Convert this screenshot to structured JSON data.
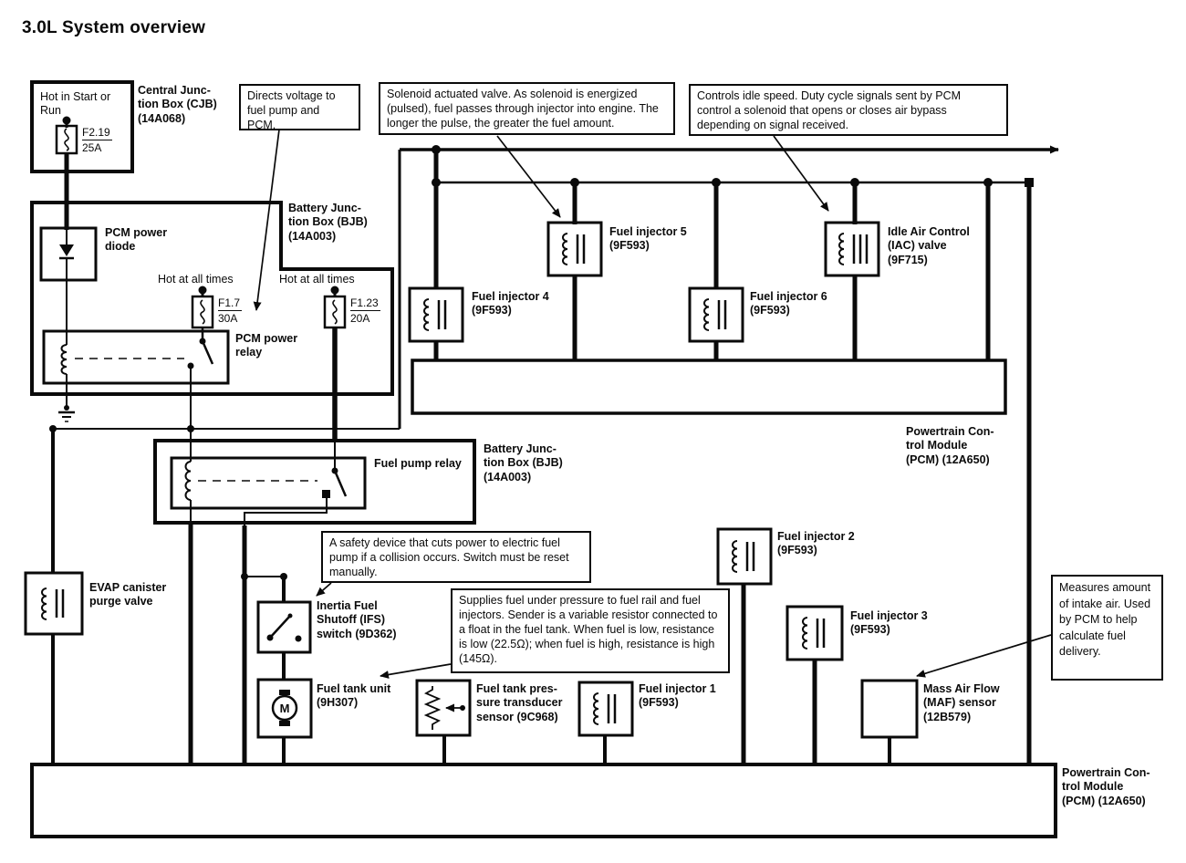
{
  "title": "3.0L System overview",
  "colors": {
    "ink": "#0a0a0a",
    "paper": "#ffffff"
  },
  "notes": {
    "directs_voltage": "Directs voltage to\nfuel pump and\nPCM.",
    "solenoid_valve": "Solenoid actuated valve.  As solenoid is energized\n(pulsed), fuel passes through injector into engine.  The\nlonger the pulse, the greater the fuel amount.",
    "idle_speed": "Controls idle speed.  Duty cycle signals sent by PCM\ncontrol a solenoid that opens or closes air bypass\ndepending on signal received.",
    "safety_device": "A safety device that cuts power to electric fuel\npump if a collision occurs.  Switch must be reset\nmanually.",
    "fuel_pressure": "Supplies fuel under pressure to fuel rail and fuel\ninjectors.  Sender is a variable resistor connected to\na float in the fuel tank.  When fuel is low, resistance\nis low (22.5Ω); when fuel is high, resistance is high\n(145Ω).",
    "maf": "Measures amount\nof intake air. Used\nby PCM to help\ncalculate fuel\ndelivery."
  },
  "power_labels": {
    "hot_in_start_or_run": "Hot in Start or\nRun",
    "hot_at_all_times_left": "Hot at all times",
    "hot_at_all_times_right": "Hot at all times"
  },
  "fuses": [
    {
      "name": "F2.19",
      "rating": "25A"
    },
    {
      "name": "F1.7",
      "rating": "30A"
    },
    {
      "name": "F1.23",
      "rating": "20A"
    }
  ],
  "components": {
    "central_junction_box": "Central Junc-\ntion Box (CJB)\n(14A068)",
    "battery_junction_box_top": "Battery Junc-\ntion Box (BJB)\n(14A003)",
    "battery_junction_box_mid": "Battery Junc-\ntion Box (BJB)\n(14A003)",
    "pcm_power_diode": "PCM power\ndiode",
    "pcm_power_relay": "PCM power\nrelay",
    "fuel_pump_relay": "Fuel pump relay",
    "evap_valve": "EVAP canister\npurge valve",
    "inertia_fuel_shutoff": "Inertia Fuel\nShutoff (IFS)\nswitch (9D362)",
    "fuel_tank_unit": "Fuel tank unit\n(9H307)",
    "fuel_tank_pressure_sensor": "Fuel tank pres-\nsure transducer\nsensor (9C968)",
    "fuel_injector_1": "Fuel injector 1\n(9F593)",
    "fuel_injector_2": "Fuel injector 2\n(9F593)",
    "fuel_injector_3": "Fuel injector 3\n(9F593)",
    "fuel_injector_4": "Fuel injector 4\n(9F593)",
    "fuel_injector_5": "Fuel injector 5\n(9F593)",
    "fuel_injector_6": "Fuel injector 6\n(9F593)",
    "iac_valve": "Idle Air Control\n(IAC) valve\n(9F715)",
    "mass_air_flow_sensor": "Mass Air Flow\n(MAF) sensor\n(12B579)",
    "pcm_mid": "Powertrain Con-\ntrol Module\n(PCM) (12A650)",
    "pcm_bottom": "Powertrain Con-\ntrol Module\n(PCM) (12A650)",
    "motor_symbol": "M"
  }
}
